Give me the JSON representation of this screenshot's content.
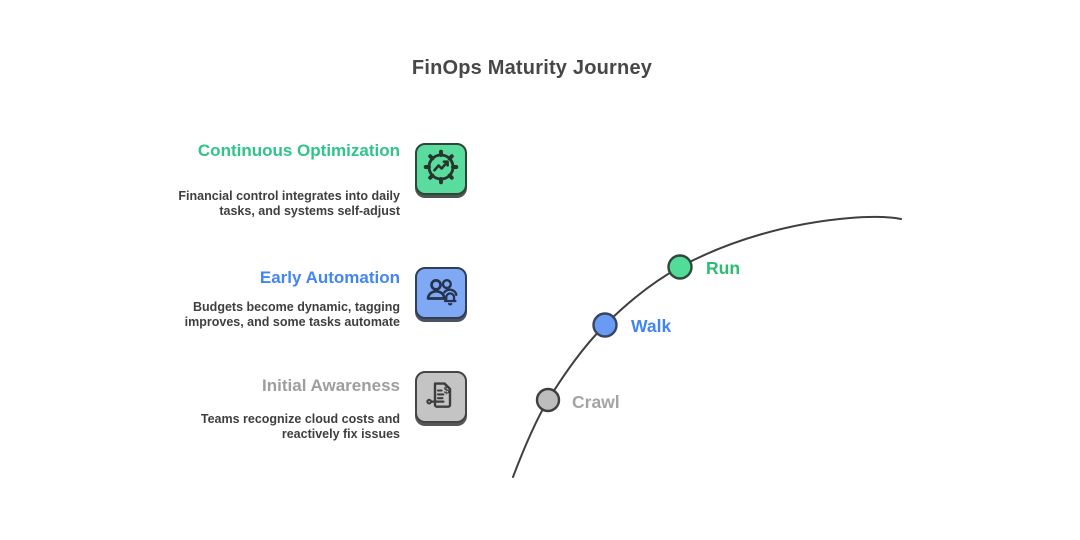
{
  "title": "FinOps Maturity Journey",
  "colors": {
    "title_text": "#474747",
    "description_text": "#3F3F3F",
    "curve_stroke": "#3F3F3F",
    "green_accent": "#2EC48A",
    "blue_accent": "#4285F4",
    "gray_accent": "#9E9E9E"
  },
  "stages": [
    {
      "label": "Continuous Optimization",
      "description_lines": [
        "Financial control integrates into daily",
        "tasks, and systems self-adjust"
      ],
      "accent_color": "#2EC48A",
      "icon": "gear-optimization-icon",
      "icon_fill": "#59DC9E"
    },
    {
      "label": "Early Automation",
      "description_lines": [
        "Budgets become dynamic, tagging",
        "improves, and some tasks automate"
      ],
      "accent_color": "#4285F4",
      "icon": "team-alert-icon",
      "icon_fill": "#7FA9F4"
    },
    {
      "label": "Initial Awareness",
      "description_lines": [
        "Teams recognize cloud costs and",
        "reactively fix issues"
      ],
      "accent_color": "#9E9E9E",
      "icon": "cost-report-icon",
      "icon_fill": "#C4C4C4"
    }
  ],
  "milestones": [
    {
      "label": "Crawl",
      "label_color": "#A4A4A4",
      "dot_fill": "#BDBDBD",
      "dot_stroke": "#3E3E3E"
    },
    {
      "label": "Walk",
      "label_color": "#4285F4",
      "dot_fill": "#699AF4",
      "dot_stroke": "#39455E"
    },
    {
      "label": "Run",
      "label_color": "#2ABE71",
      "dot_fill": "#53DC97",
      "dot_stroke": "#2F4A3C"
    }
  ]
}
